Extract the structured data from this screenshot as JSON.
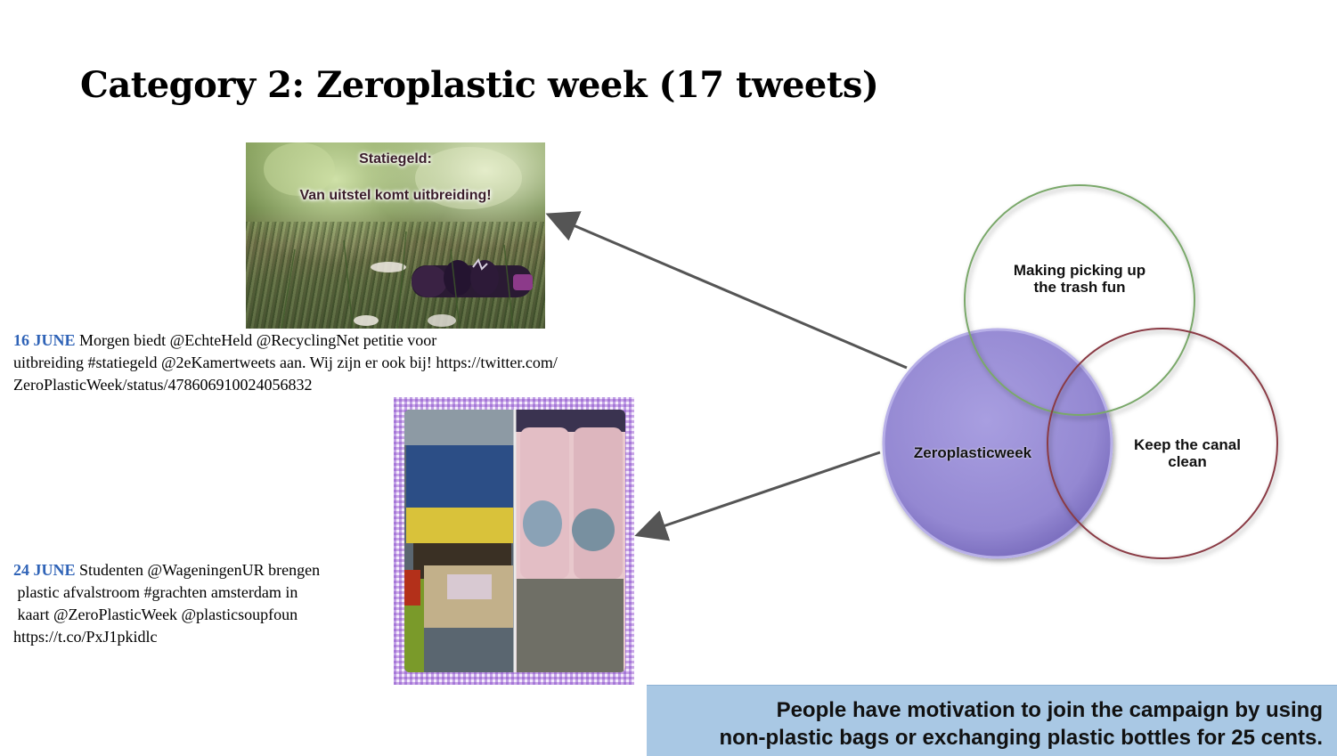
{
  "title": "Category 2: Zeroplastic week (17 tweets)",
  "image1": {
    "overlay_line1": "Statiegeld:",
    "overlay_line2": "Van uitstel komt uitbreiding!"
  },
  "tweets": [
    {
      "date": "16 JUNE",
      "line1": "Morgen biedt @EchteHeld @RecyclingNet  petitie voor",
      "line2": "uitbreiding #statiegeld @2eKamertweets aan. Wij zijn er ook bij! https://twitter.com/",
      "line3": "ZeroPlasticWeek/status/478606910024056832"
    },
    {
      "date": "24 JUNE",
      "line1": "Studenten @WageningenUR brengen",
      "line2": " plastic afvalstroom #grachten amsterdam in",
      "line3": " kaart @ZeroPlasticWeek @plasticsoupfoun",
      "line4": "https://t.co/PxJ1pkidlc"
    }
  ],
  "venn": {
    "center": "Zeroplasticweek",
    "top_line1": "Making picking up",
    "top_line2": "the trash fun",
    "right_line1": "Keep the canal",
    "right_line2": "clean",
    "colors": {
      "center_fill": "#9b8fd6",
      "top_stroke": "#7aa86a",
      "right_stroke": "#8a3b44",
      "arrow": "#555555"
    }
  },
  "conclusion": {
    "line1": "People have motivation to join the campaign by using",
    "line2": "non-plastic bags or exchanging plastic bottles for 25 cents."
  }
}
